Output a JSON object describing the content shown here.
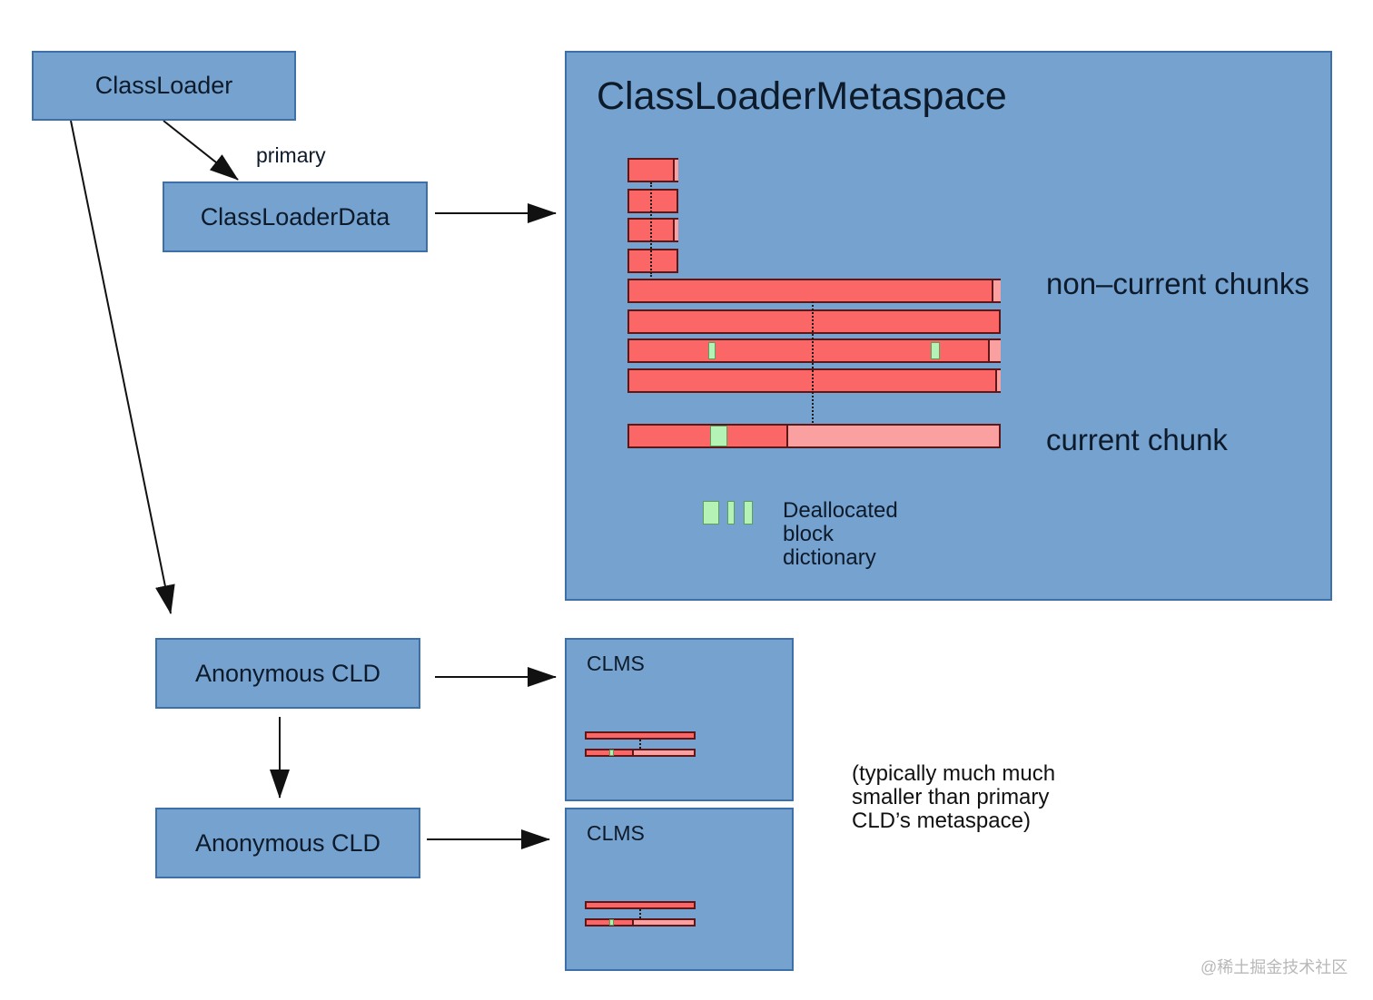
{
  "nodes": {
    "classloader": "ClassLoader",
    "classloaderdata": "ClassLoaderData",
    "anon_cld_1": "Anonymous CLD",
    "anon_cld_2": "Anonymous CLD"
  },
  "edge_labels": {
    "primary": "primary"
  },
  "metaspace": {
    "title": "ClassLoaderMetaspace",
    "non_current_label": "non–current chunks",
    "current_label": "current chunk",
    "legend_label_line1": "Deallocated",
    "legend_label_line2": "block",
    "legend_label_line3": "dictionary"
  },
  "clms": {
    "title_1": "CLMS",
    "title_2": "CLMS"
  },
  "note": {
    "line1": "(typically much much",
    "line2": "smaller than primary",
    "line3": "CLD’s metaspace)"
  },
  "watermark": "@稀土掘金技术社区",
  "colors": {
    "box_fill": "#75a2cf",
    "box_border": "#3d6fa8",
    "chunk_used": "#fb6767",
    "chunk_free": "#fba0a0",
    "free_block": "#b5f2b5"
  }
}
